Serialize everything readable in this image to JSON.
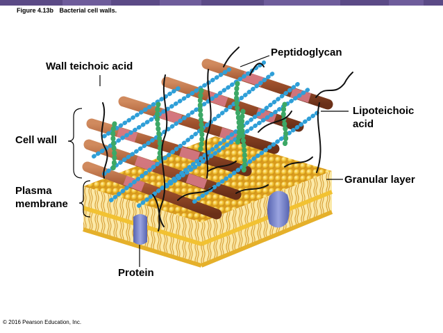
{
  "header": {
    "figure_number": "Figure 4.13b",
    "figure_title": "Bacterial cell walls.",
    "accent_color": "#5b4a86"
  },
  "labels": {
    "peptidoglycan": "Peptidoglycan",
    "wall_teichoic_acid": "Wall teichoic acid",
    "lipoteichoic_line1": "Lipoteichoic",
    "lipoteichoic_line2": "acid",
    "cell_wall": "Cell wall",
    "granular_layer": "Granular layer",
    "plasma_line1": "Plasma",
    "plasma_line2": "membrane",
    "protein": "Protein"
  },
  "footer": {
    "copyright": "© 2016 Pearson Education, Inc."
  },
  "colors": {
    "membrane_yellow": "#f2c232",
    "membrane_orange": "#d99a1e",
    "rod_brown": "#a0522d",
    "rod_pink": "#d87a86",
    "crosslink_blue": "#2f9fd8",
    "teichoic_green": "#3ca866",
    "protein_purple": "#7b86c9"
  }
}
